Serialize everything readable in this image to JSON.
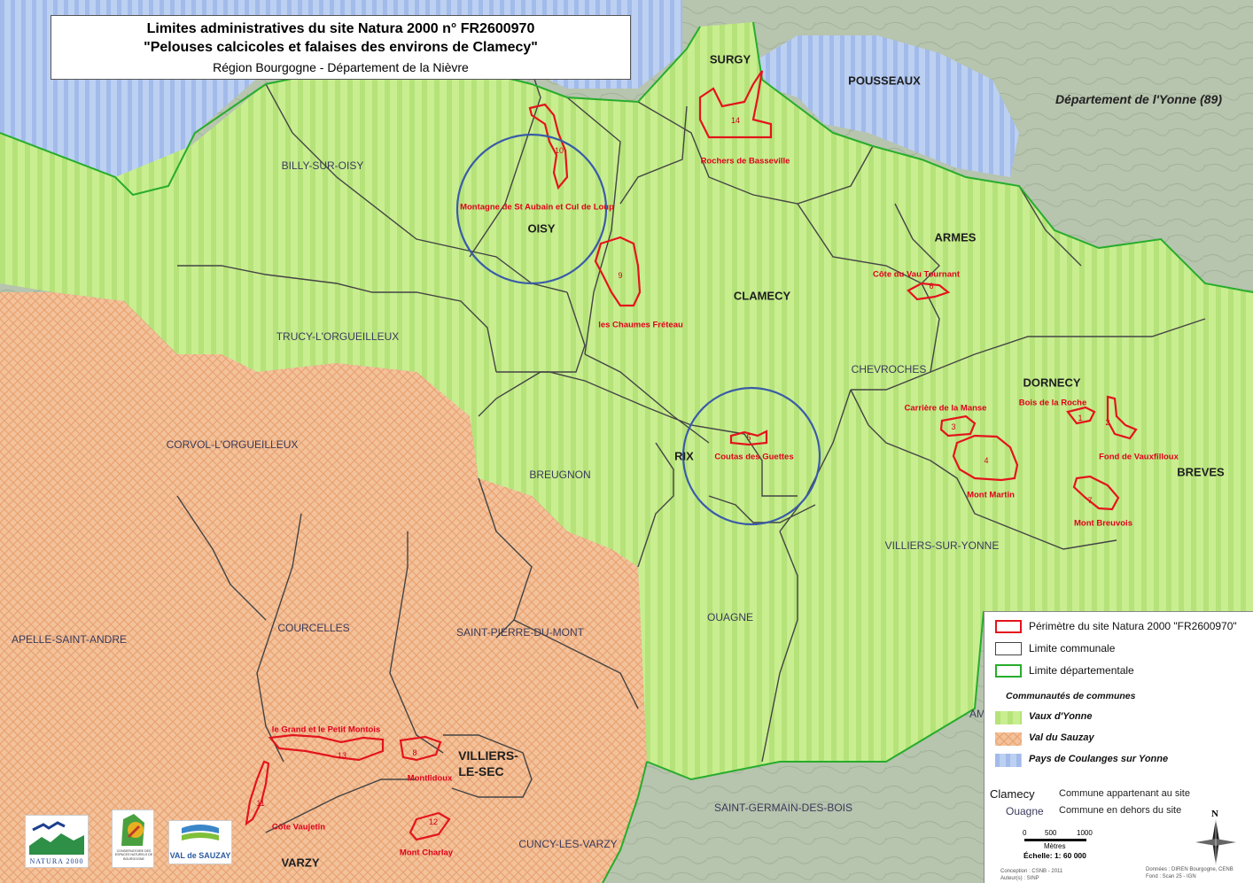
{
  "title": {
    "line1": "Limites administratives du site Natura 2000 n° FR2600970",
    "line2": "\"Pelouses calcicoles et falaises des environs de Clamecy\"",
    "line3": "Région Bourgogne - Département de la Nièvre"
  },
  "department_label": "Département de l'Yonne (89)",
  "communes_in": [
    "SURGY",
    "POUSSEAUX",
    "OISY",
    "ARMES",
    "CLAMECY",
    "DORNECY",
    "BREVES",
    "RIX",
    "VILLIERS-",
    "LE-SEC",
    "VARZY"
  ],
  "communes_out": [
    "BILLY-SUR-OISY",
    "TRUCY-L'ORGUEILLEUX",
    "CHEVROCHES",
    "CORVOL-L'ORGUEILLEUX",
    "BREUGNON",
    "VILLIERS-SUR-YONNE",
    "OUAGNE",
    "APELLE-SAINT-ANDRE",
    "COURCELLES",
    "SAINT-PIERRE-DU-MONT",
    "SAINT-GERMAIN-DES-BOIS",
    "CUNCY-LES-VARZY",
    "AM"
  ],
  "sites": [
    {
      "num": "14",
      "name": "Rochers de Basseville"
    },
    {
      "num": "10",
      "name": "Montagne de St Aubain et Cul de Loup"
    },
    {
      "num": "9",
      "name": "les Chaumes Fréteau"
    },
    {
      "num": "6",
      "name": "Côte du Vau Tournant"
    },
    {
      "num": "5",
      "name": "Coutas des Guettes"
    },
    {
      "num": "3",
      "name": "Carrière de la Manse"
    },
    {
      "num": "4",
      "name": "Mont Martin"
    },
    {
      "num": "1",
      "name": "Bois de la Roche"
    },
    {
      "num": "2",
      "name": "Fond de Vauxfilloux"
    },
    {
      "num": "7",
      "name": "Mont Breuvois"
    },
    {
      "num": "13",
      "name": "le Grand et le Petit Montois"
    },
    {
      "num": "8",
      "name": "Montlidoux"
    },
    {
      "num": "11",
      "name": "Côte Vaujetin"
    },
    {
      "num": "12",
      "name": "Mont Charlay"
    }
  ],
  "legend": {
    "perimetre": "Périmètre du site Natura 2000 \"FR2600970\"",
    "limite_communale": "Limite communale",
    "limite_departementale": "Limite départementale",
    "cc_title": "Communautés de communes",
    "cc_items": [
      "Vaux d'Yonne",
      "Val du Sauzay",
      "Pays de Coulanges sur Yonne"
    ],
    "ex_in_name": "Clamecy",
    "ex_in_desc": "Commune appartenant au site",
    "ex_out_name": "Ouagne",
    "ex_out_desc": "Commune en dehors du site",
    "scale_ticks": [
      "0",
      "500",
      "1000"
    ],
    "scale_unit": "Mètres",
    "scale_text": "Échelle: 1: 60 000",
    "north": "N",
    "credit1": "Conception : CSNB - 2011",
    "credit2": "Auteur(s) : SINP",
    "source1": "Données : DIREN Bourgogne, CENB",
    "source2": "Fond : Scan 25 - IGN"
  },
  "logos": [
    "NATURA 2000",
    "CONSERVATOIRE DES ESPACES NATURELS DE BOURGOGNE",
    "VAL de SAUZAY"
  ],
  "colors": {
    "vaux_yonne": "#c4ec8c",
    "val_sauzay": "#f2b98e",
    "coulanges": "#a9c2f0",
    "site_outline": "#e4141c",
    "dept_line": "#2db52d",
    "commune_line": "#444444",
    "highlight": "#3a5ca8"
  }
}
